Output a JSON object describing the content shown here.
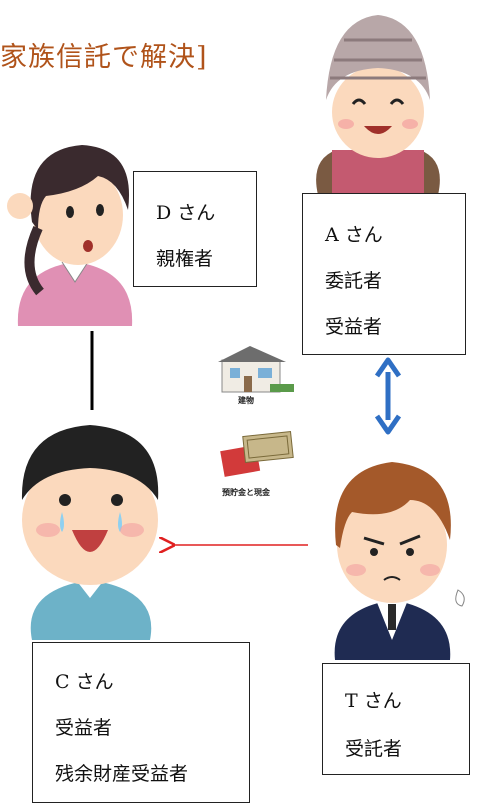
{
  "title": "家族信託で解決]",
  "people": {
    "d": {
      "name": "D さん",
      "roles": [
        "親権者"
      ]
    },
    "a": {
      "name": "A さん",
      "roles": [
        "委託者",
        "受益者"
      ]
    },
    "c": {
      "name": "C さん",
      "roles": [
        "受益者",
        "残余財産受益者"
      ]
    },
    "t": {
      "name": "T さん",
      "roles": [
        "受託者"
      ]
    }
  },
  "assets": {
    "building": "建物",
    "cash": "預貯金と現金"
  },
  "colors": {
    "title": "#b0531a",
    "double_arrow": "#2f6fc4",
    "flow_arrow": "#e02020",
    "line": "#000000"
  },
  "icons": [
    "grandmother-illustration",
    "mother-illustration",
    "child-illustration",
    "trustee-man-illustration",
    "building-icon",
    "cash-icon"
  ]
}
